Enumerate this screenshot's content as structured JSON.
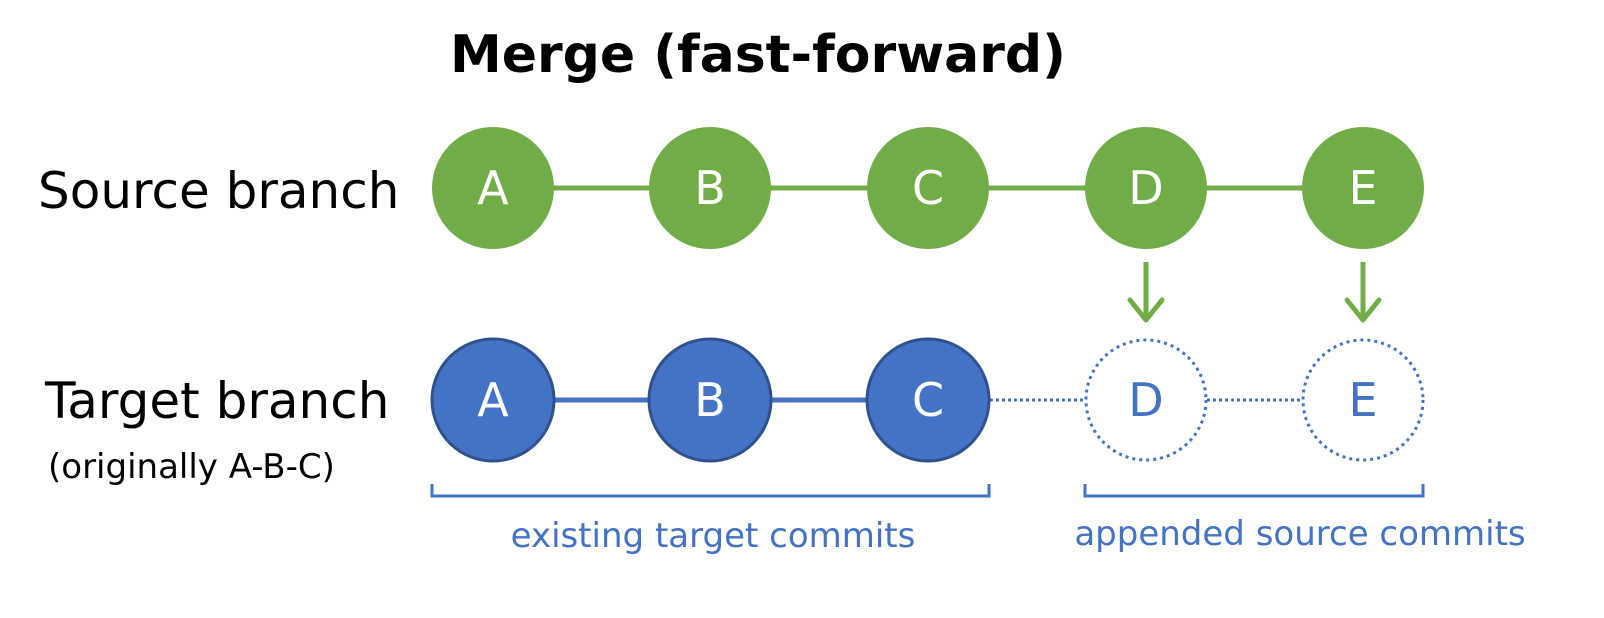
{
  "title": "Merge (fast-forward)",
  "source_branch": {
    "label": "Source branch",
    "commits": [
      "A",
      "B",
      "C",
      "D",
      "E"
    ]
  },
  "target_branch": {
    "label": "Target branch",
    "sublabel": "(originally A-B-C)",
    "existing_commits": [
      "A",
      "B",
      "C"
    ],
    "appended_commits": [
      "D",
      "E"
    ]
  },
  "brackets": {
    "existing_label": "existing target commits",
    "appended_label": "appended source commits"
  },
  "colors": {
    "source": "#70ad47",
    "target": "#4472c4",
    "background": "#ffffff"
  }
}
